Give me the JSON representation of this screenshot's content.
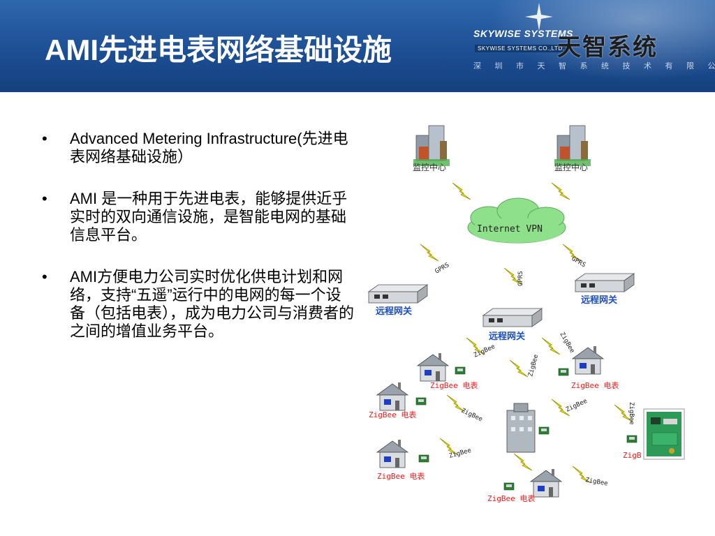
{
  "slide": {
    "title": "AMI先进电表网络基础设施",
    "logo": {
      "brand_en": "SKYWISE SYSTEMS",
      "company_en": "SKYWISE SYSTEMS CO.,LTD.",
      "brand_cn": "天智系统",
      "company_cn": "深 圳 市 天 智 系 统 技 术 有 限 公 司"
    },
    "bullets": [
      "Advanced Metering Infrastructure(先进电表网络基础设施）",
      "AMI 是一种用于先进电表，能够提供近乎实时的双向通信设施，是智能电网的基础信息平台。",
      "AMI方便电力公司实时优化供电计划和网络，支持“五遥”运行中的电网的每一个设备（包括电表），成为电力公司与消费者的之间的增值业务平台。"
    ],
    "bullet_marker": "•"
  },
  "diagram": {
    "monitor_center_left": "监控中心",
    "monitor_center_right": "监控中心",
    "cloud": "Internet VPN",
    "gprs": "GPRS",
    "zigbee": "ZigBee",
    "remote_gateway_left": "远程网关",
    "remote_gateway_right": "远程网关",
    "remote_gateway_center": "远程网关",
    "meter_labels": {
      "m1": "ZigBee 电表",
      "m2": "ZigBee 电表",
      "m3": "ZigBee 电表",
      "m4": "ZigBee 电表",
      "m5": "ZigBee 电表",
      "m6": "ZigB"
    },
    "colors": {
      "header": "#1d4f94",
      "cloud": "#8fe08a",
      "bolt": "#f2ea1a",
      "meter_label": "#e8211f",
      "gateway_label": "#1c4fbf"
    }
  }
}
